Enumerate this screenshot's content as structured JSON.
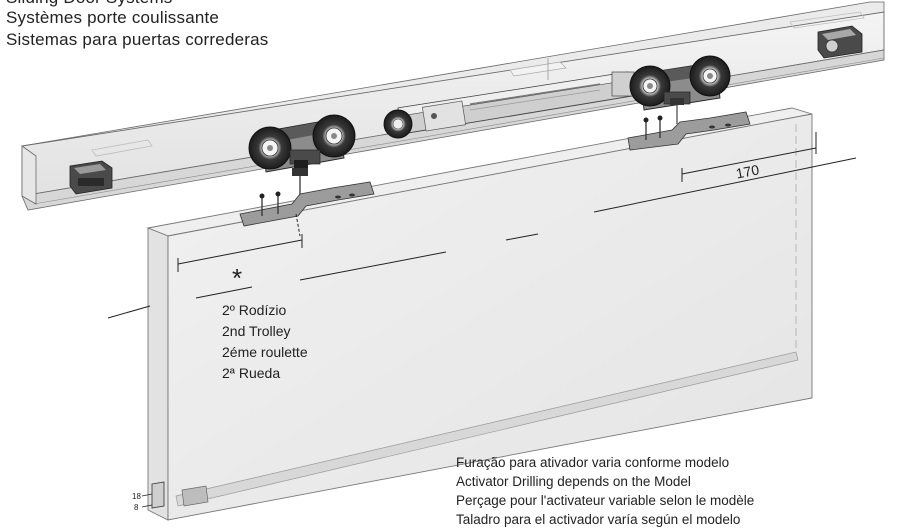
{
  "header": {
    "lines": [
      "Sliding Door Systems",
      "Systèmes porte coulissante",
      "Sistemas para puertas correderas"
    ]
  },
  "trolley_note": {
    "lines": [
      "2º Rodízio",
      "2nd Trolley",
      "2éme roulette",
      "2ª Rueda"
    ]
  },
  "drilling_note": {
    "lines": [
      "Furação para ativador varia conforme  modelo",
      "Activator Drilling depends on the Model",
      "Perçage pour l'activateur variable selon le modèle",
      "Taladro para el activador varía según el modelo"
    ]
  },
  "dimensions": {
    "right_trolley_offset": "170",
    "first_trolley_marker": "*",
    "bottom_guide_a": "18",
    "bottom_guide_b": "8"
  }
}
